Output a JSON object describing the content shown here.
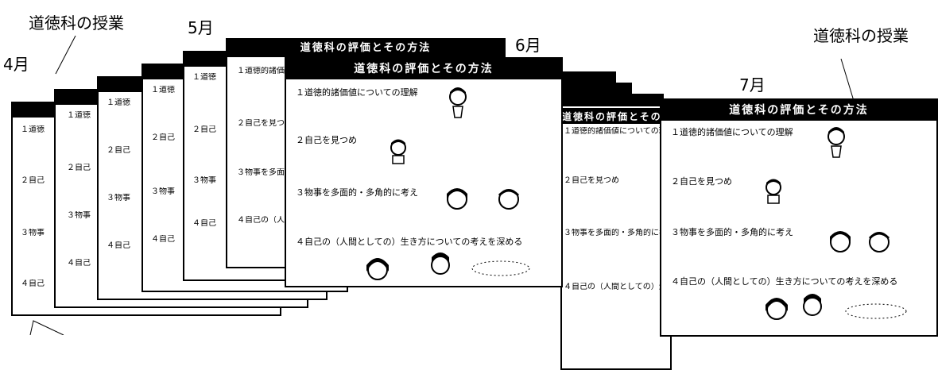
{
  "labels": {
    "lesson_top_left": "道徳科の授業",
    "lesson_top_right": "道徳科の授業",
    "april": "4月",
    "may": "5月",
    "june": "6月",
    "july": "7月"
  },
  "card": {
    "title": "道徳科の評価とその方法",
    "items": [
      "１道徳的諸価値についての理解",
      "２自己を見つめ",
      "３物事を多面的・多角的に考え",
      "４自己の（人間としての）生き方についての考えを深める"
    ]
  },
  "stack_items": {
    "i1": "１道徳",
    "i2": "２自己",
    "i3": "３物事",
    "i4": "４自己"
  }
}
